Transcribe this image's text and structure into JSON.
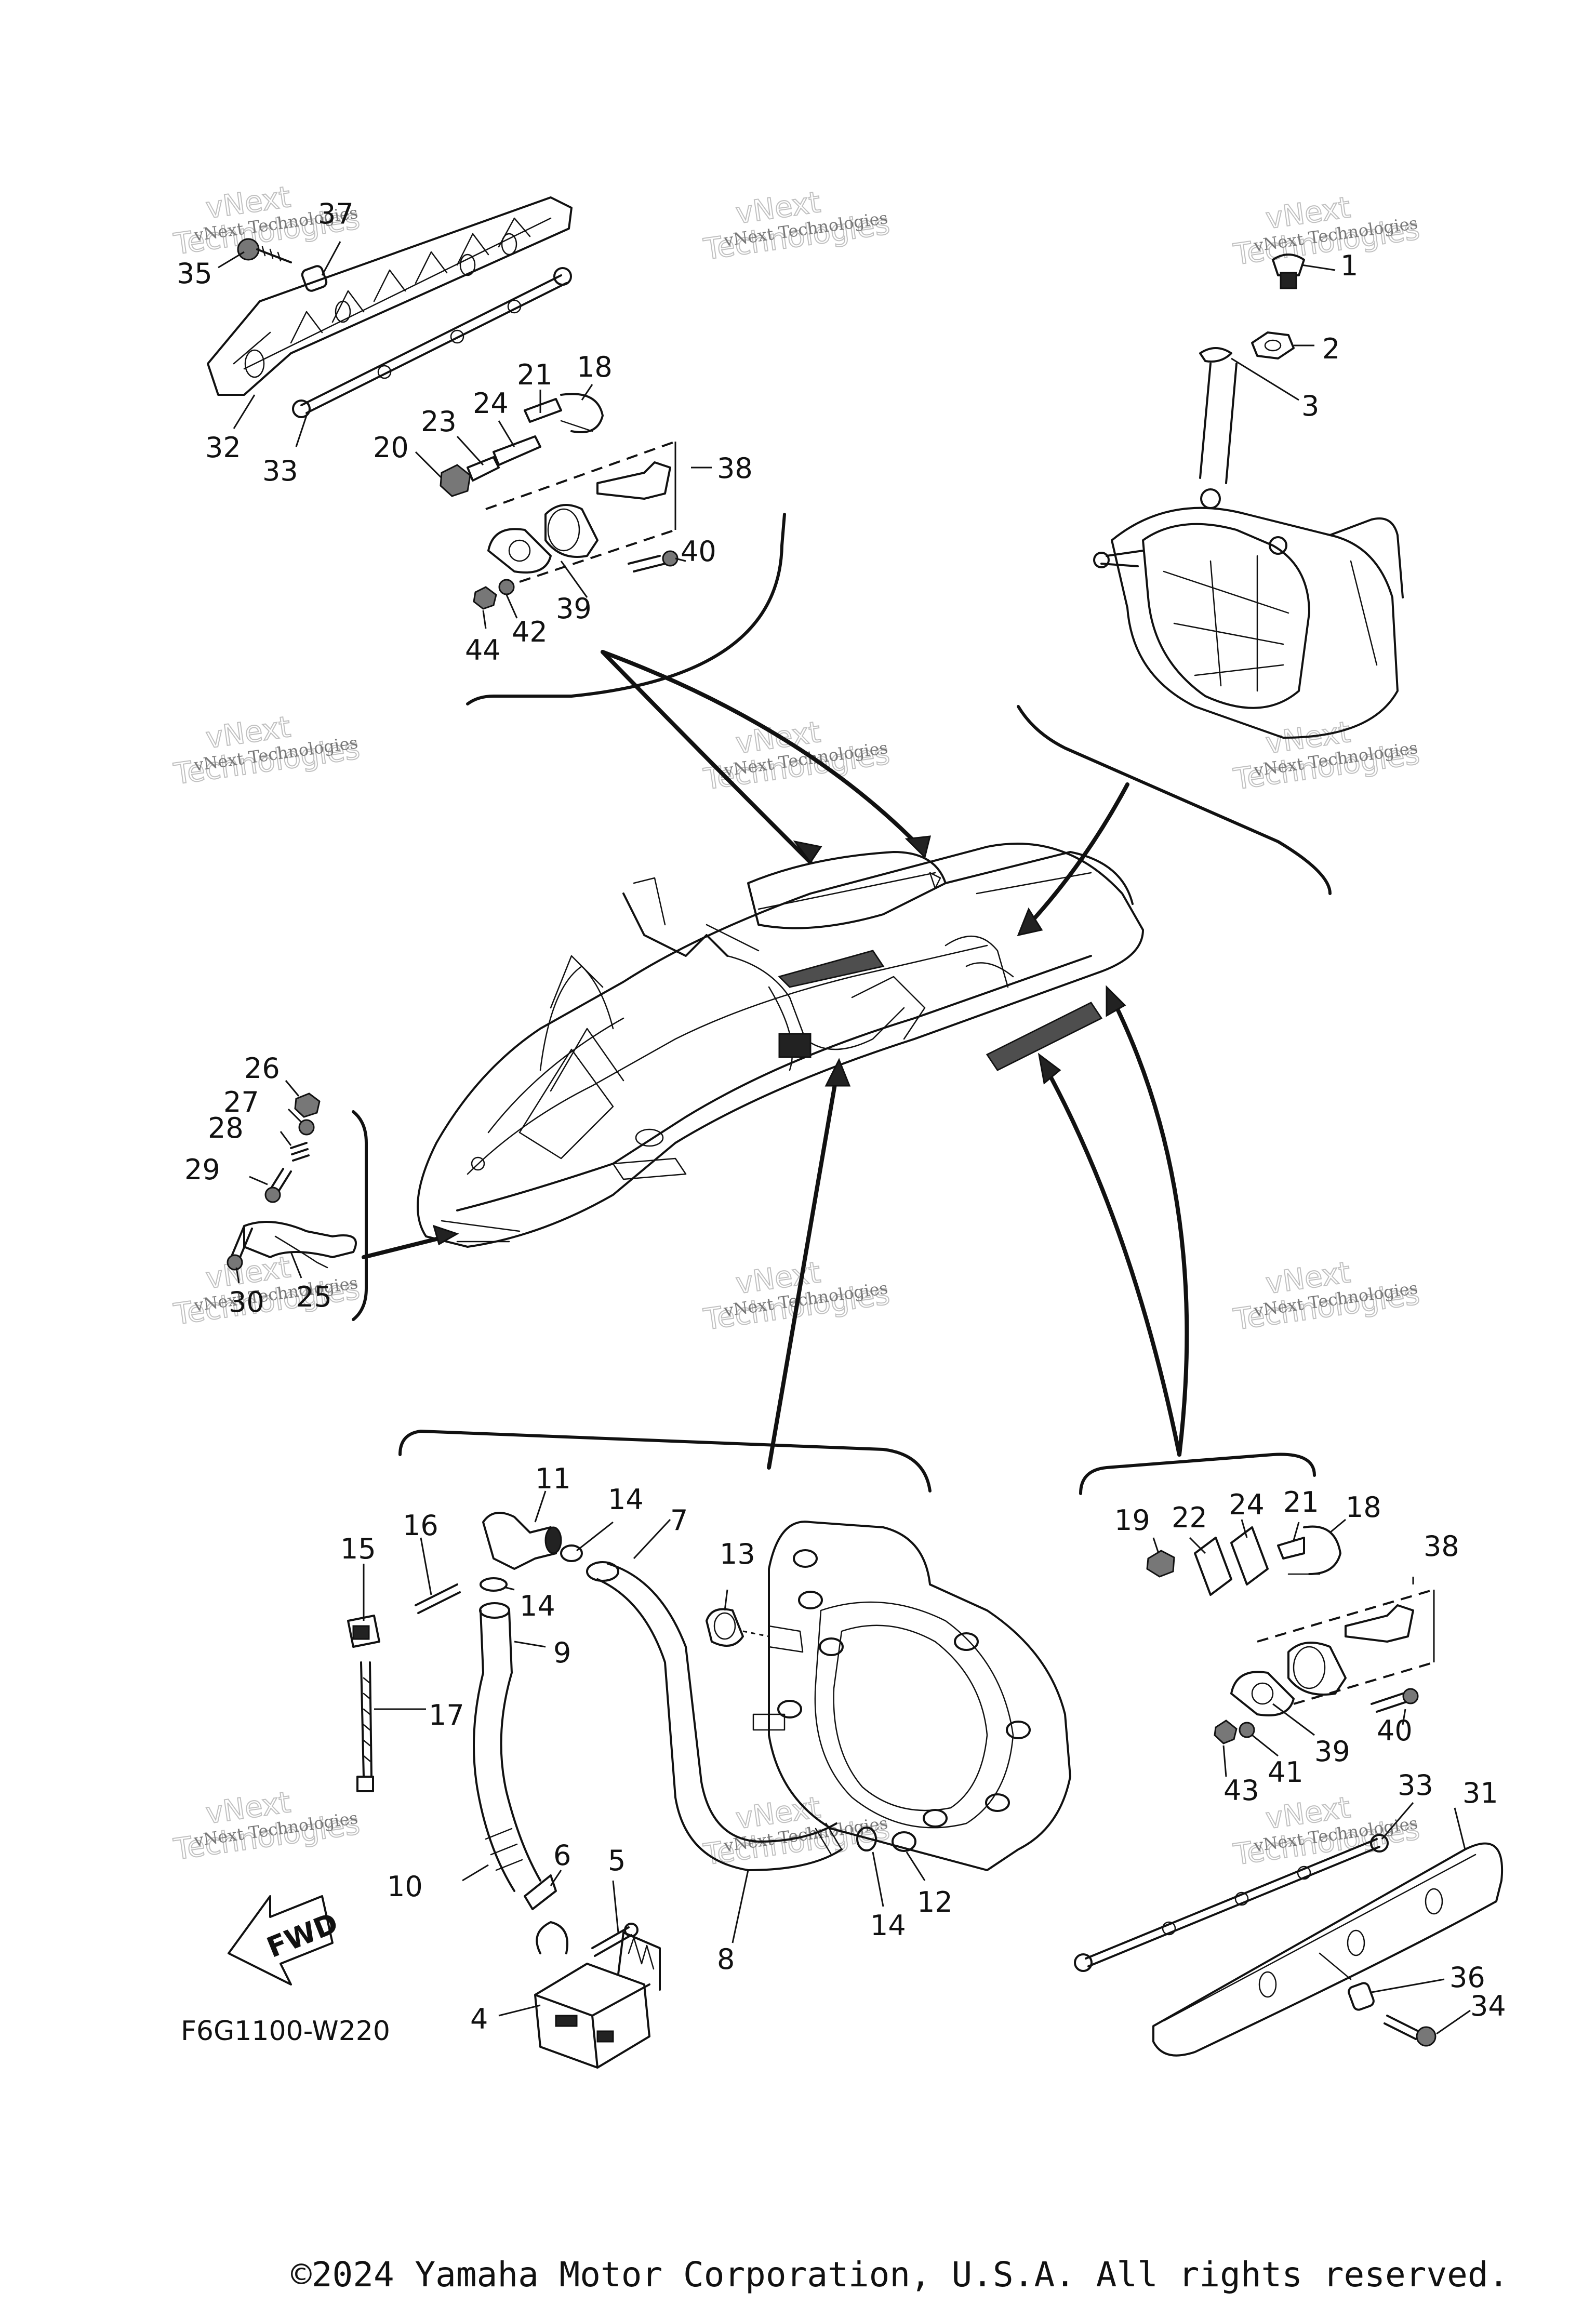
{
  "diagram": {
    "code": "F6G1100-W220",
    "copyright": "©2024 Yamaha Motor Corporation, U.S.A. All rights reserved.",
    "fwd_label": "FWD",
    "watermark": {
      "line1": "vNext",
      "line2": "Technologies",
      "small": "vNext Technologies"
    },
    "callouts": {
      "c1": "1",
      "c2": "2",
      "c3": "3",
      "c4": "4",
      "c5": "5",
      "c6": "6",
      "c7": "7",
      "c8": "8",
      "c9": "9",
      "c10": "10",
      "c11": "11",
      "c12": "12",
      "c13": "13",
      "c14a": "14",
      "c14b": "14",
      "c14c": "14",
      "c15": "15",
      "c16": "16",
      "c17": "17",
      "c18a": "18",
      "c18b": "18",
      "c19": "19",
      "c20": "20",
      "c21a": "21",
      "c21b": "21",
      "c22": "22",
      "c23": "23",
      "c24a": "24",
      "c24b": "24",
      "c25": "25",
      "c26": "26",
      "c27": "27",
      "c28": "28",
      "c29": "29",
      "c30": "30",
      "c31": "31",
      "c32": "32",
      "c33a": "33",
      "c33b": "33",
      "c34": "34",
      "c35": "35",
      "c36": "36",
      "c37": "37",
      "c38a": "38",
      "c38b": "38",
      "c39a": "39",
      "c39b": "39",
      "c40a": "40",
      "c40b": "40",
      "c41": "41",
      "c42": "42",
      "c43": "43",
      "c44": "44"
    }
  }
}
